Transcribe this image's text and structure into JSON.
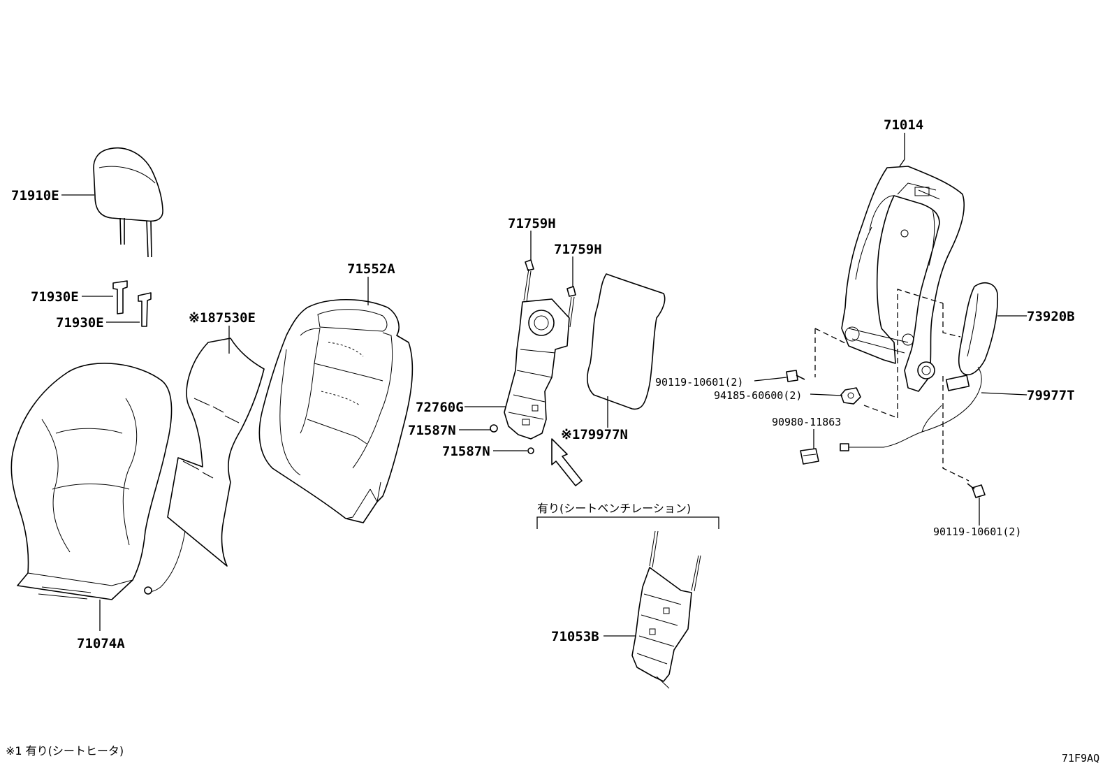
{
  "callouts": {
    "p71910E": "71910E",
    "p71930E_a": "71930E",
    "p71930E_b": "71930E",
    "p187530E": "※187530E",
    "p71552A": "71552A",
    "p71074A": "71074A",
    "p71759H_a": "71759H",
    "p71759H_b": "71759H",
    "p72760G": "72760G",
    "p71587N_a": "71587N",
    "p71587N_b": "71587N",
    "p179977N": "※179977N",
    "p71053B": "71053B",
    "p71014": "71014",
    "p73920B": "73920B",
    "p79977T": "79977T",
    "p90119_a": "90119-10601(2)",
    "p94185": "94185-60600(2)",
    "p90980": "90980-11863",
    "p90119_b": "90119-10601(2)"
  },
  "notes": {
    "ventilation": "有り(シートベンチレーション)",
    "heater_footnote": "※1 有り(シートヒータ)",
    "diagram_code": "71F9AQ"
  }
}
